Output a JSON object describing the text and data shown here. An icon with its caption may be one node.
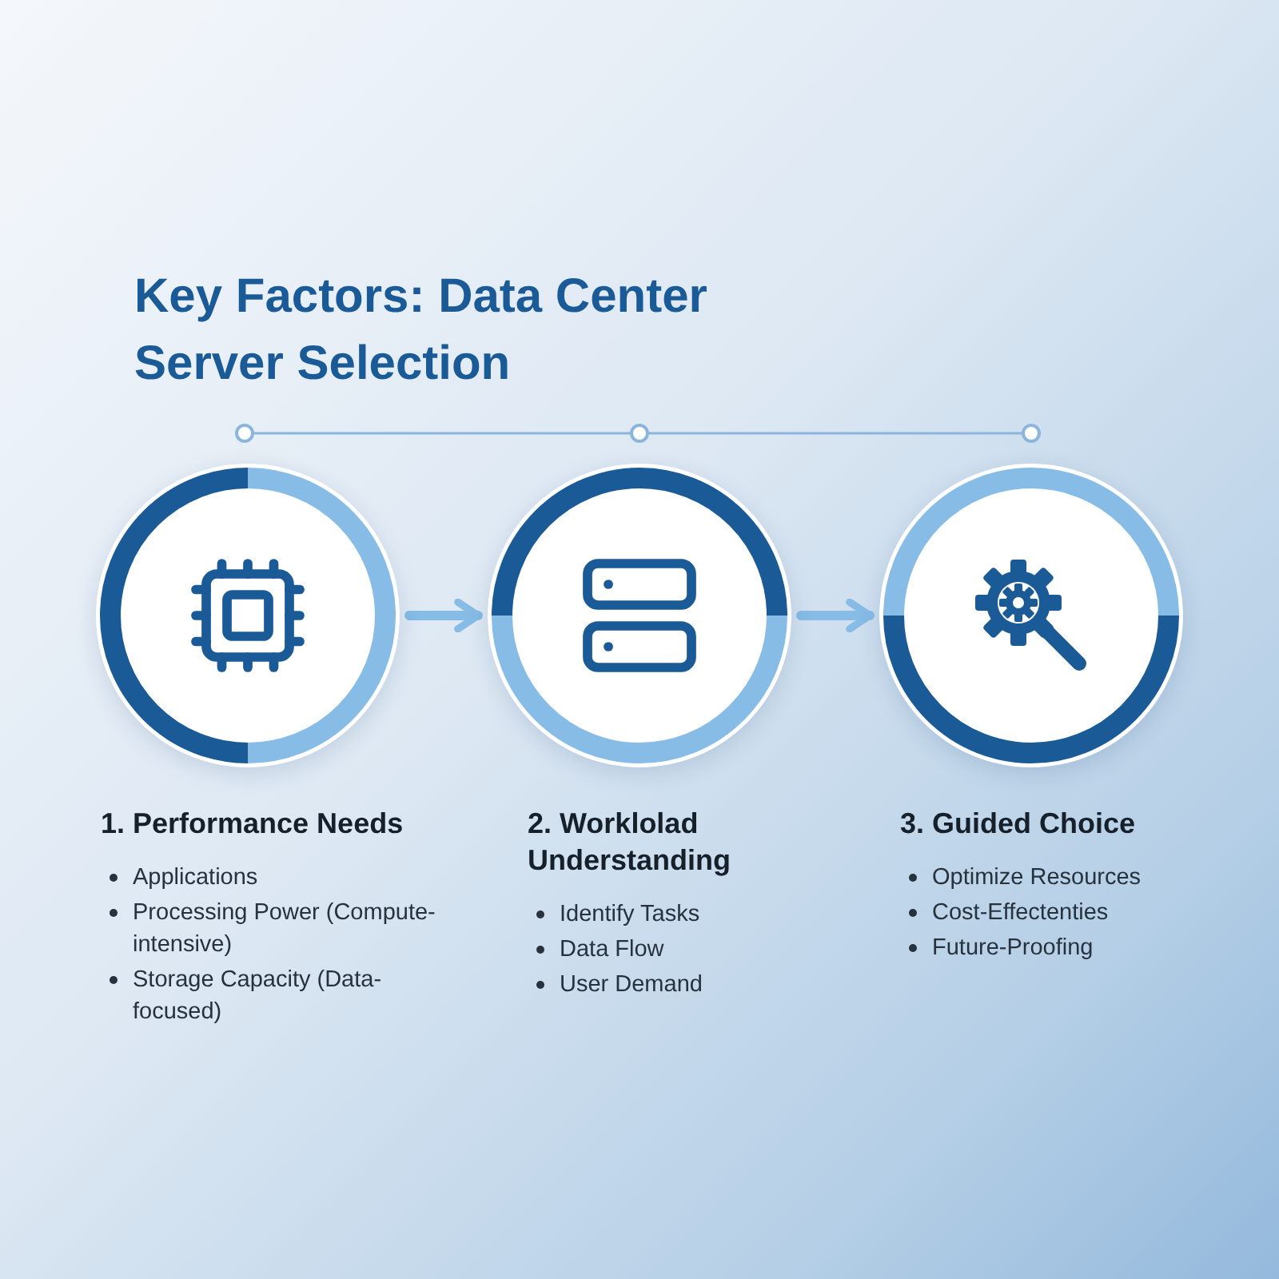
{
  "diagram": {
    "title": "Key Factors: Data Center Server Selection",
    "nodes": [
      {
        "text": [],
        "shape": "circle",
        "beside": [
          "1. Performance Needs",
          "Applications",
          "Processing Power (Compute-intensive)",
          "Storage Capacity (Data-focused)"
        ]
      },
      {
        "text": [],
        "shape": "circle",
        "beside": [
          "2. Worklolad Understanding",
          "Identify Tasks",
          "Data Flow",
          "User Demand"
        ]
      },
      {
        "text": [],
        "shape": "circle",
        "beside": [
          "3. Guided Choice",
          "Optimize Resources",
          "Cost-Effectenties",
          "Future-Proofing"
        ]
      }
    ],
    "edges": [
      {
        "from": 0,
        "to": 1,
        "arrow": "to"
      },
      {
        "from": 1,
        "to": 2,
        "arrow": "to"
      }
    ]
  }
}
